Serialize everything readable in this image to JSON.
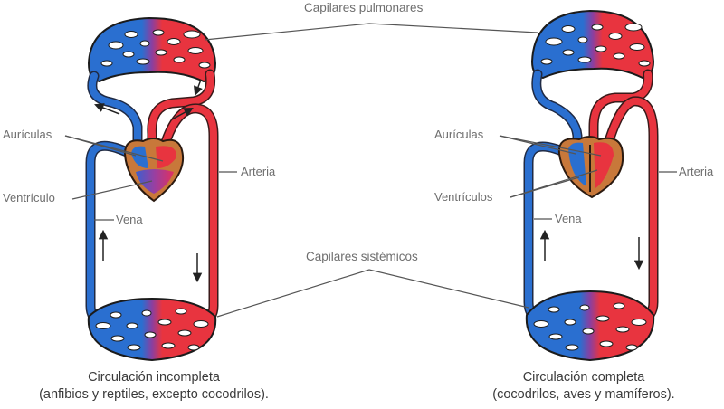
{
  "labels": {
    "pulmonary_capillaries": "Capilares pulmonares",
    "systemic_capillaries": "Capilares sistémicos",
    "left": {
      "atria": "Aurículas",
      "ventricle": "Ventrículo",
      "artery": "Arteria",
      "vein": "Vena"
    },
    "right": {
      "atria": "Aurículas",
      "ventricles": "Ventrículos",
      "artery": "Arteria",
      "vein": "Vena"
    }
  },
  "captions": {
    "left": {
      "title": "Circulación incompleta",
      "subtitle": "(anfibios y reptiles, excepto cocodrilos)."
    },
    "right": {
      "title": "Circulación completa",
      "subtitle": "(cocodrilos, aves y mamíferos)."
    }
  },
  "colors": {
    "deoxygenated_blood": "#2a6fd0",
    "oxygenated_blood": "#e8343f",
    "mixed_blood": "#8a3fa0",
    "heart_muscle": "#c8783a",
    "label_text": "#6e6e6e"
  }
}
